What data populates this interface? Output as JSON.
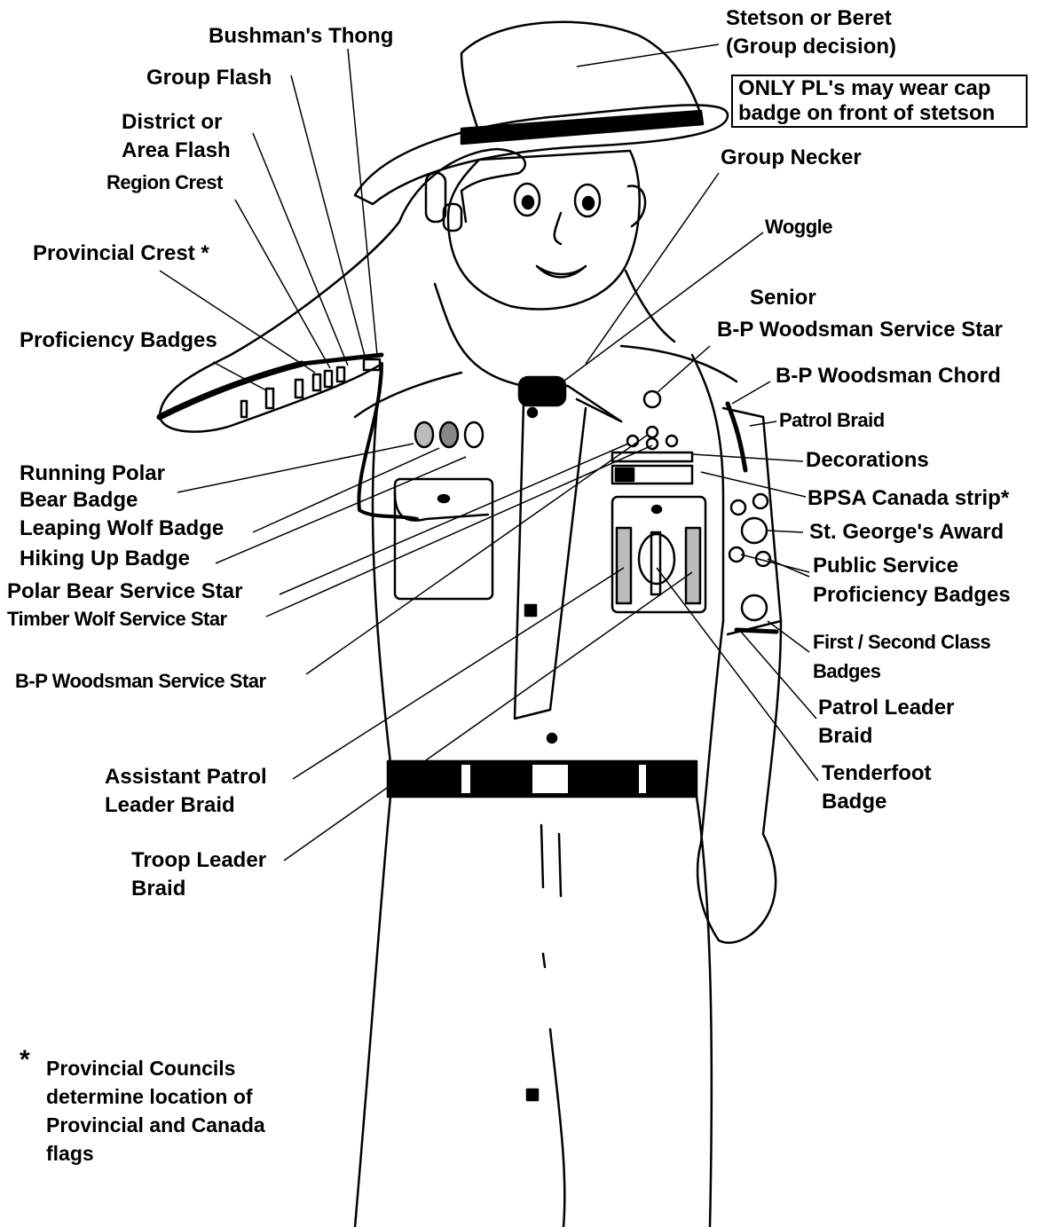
{
  "labels": {
    "stetson": "Stetson or Beret",
    "group_decision": "(Group decision)",
    "pl_cap_note_1": "ONLY PL's may wear cap",
    "pl_cap_note_2": "badge on front of stetson",
    "bushmans_thong": "Bushman's Thong",
    "group_flash": "Group Flash",
    "district_1": "District or",
    "district_2": "Area Flash",
    "region_crest": "Region Crest",
    "provincial_crest": "Provincial Crest *",
    "proficiency_badges": "Proficiency Badges",
    "group_necker": "Group Necker",
    "woggle": "Woggle",
    "senior_1": "Senior",
    "senior_2": "B-P Woodsman Service Star",
    "woodsman_chord": "B-P Woodsman Chord",
    "patrol_braid": "Patrol Braid",
    "decorations": "Decorations",
    "bpsa_strip": "BPSA Canada strip*",
    "st_george": "St. George's Award",
    "public_service_1": "Public Service",
    "public_service_2": "Proficiency Badges",
    "first_second_1": "First / Second Class",
    "first_second_2": "Badges",
    "patrol_leader_1": "Patrol Leader",
    "patrol_leader_2": "Braid",
    "tenderfoot_1": "Tenderfoot",
    "tenderfoot_2": "Badge",
    "running_polar_1": "Running Polar",
    "running_polar_2": "Bear Badge",
    "leaping_wolf": "Leaping Wolf Badge",
    "hiking_up": "Hiking Up Badge",
    "polar_bear_star": "Polar Bear Service Star",
    "timber_wolf_star": "Timber Wolf Service Star",
    "bp_woodsman_star": "B-P Woodsman Service Star",
    "apl_1": "Assistant Patrol",
    "apl_2": "Leader Braid",
    "troop_leader_1": "Troop Leader",
    "troop_leader_2": "Braid"
  },
  "footnote": {
    "star": "*",
    "line1": "Provincial Councils",
    "line2": "determine location of",
    "line3": "Provincial and Canada",
    "line4": "flags"
  }
}
